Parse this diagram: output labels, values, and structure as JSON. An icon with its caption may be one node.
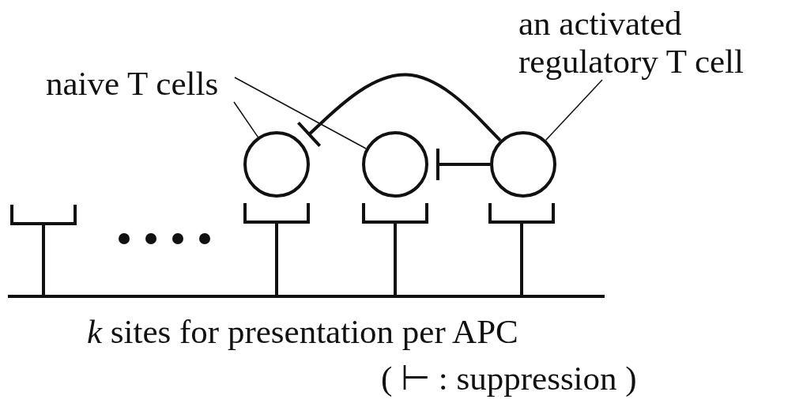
{
  "diagram": {
    "nodes": [
      {
        "text": [
          "naive T cells"
        ]
      },
      {
        "text": [
          "an activated regulatory T cell"
        ]
      },
      {
        "text": [],
        "shape": "circle"
      },
      {
        "text": [],
        "shape": "circle"
      },
      {
        "text": [],
        "shape": "circle"
      }
    ],
    "edges": [
      {
        "from": 0,
        "to": 2,
        "arrow": "none"
      },
      {
        "from": 0,
        "to": 3,
        "arrow": "none"
      },
      {
        "from": 1,
        "to": 4,
        "arrow": "none"
      },
      {
        "from": 4,
        "to": 2,
        "arrow": "other",
        "style": "thick"
      },
      {
        "from": 4,
        "to": 3,
        "arrow": "other",
        "style": "thick"
      }
    ],
    "labels": [
      "*k* sites for presentation per APC",
      "( ⊢ : suppression )"
    ]
  }
}
